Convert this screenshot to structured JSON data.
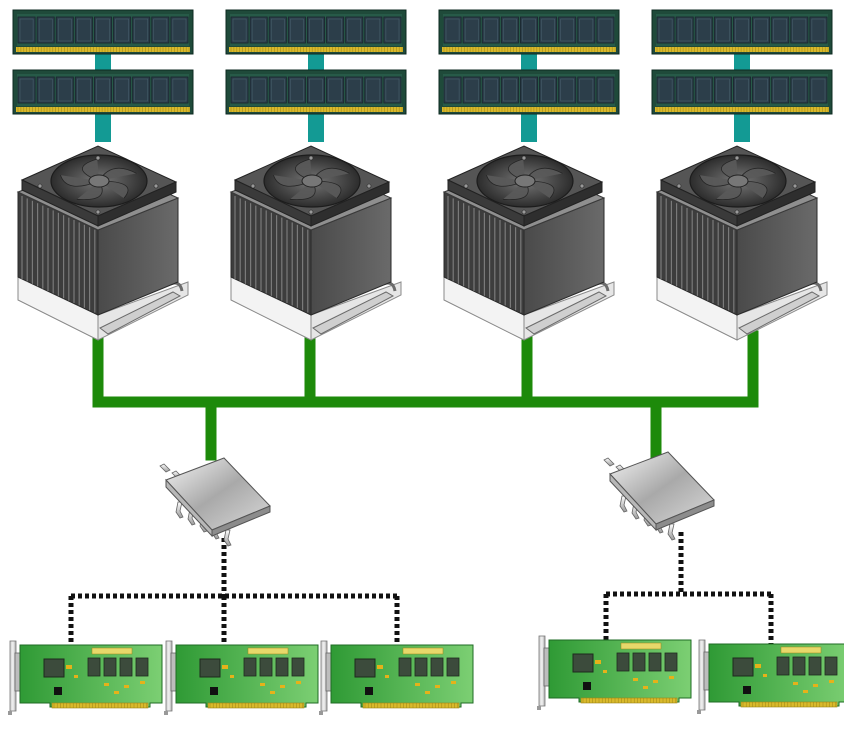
{
  "diagram": {
    "kind": "NUMA server topology",
    "nodes": [
      {
        "id": "node-1",
        "memory_modules": 2
      },
      {
        "id": "node-2",
        "memory_modules": 2
      },
      {
        "id": "node-3",
        "memory_modules": 2
      },
      {
        "id": "node-4",
        "memory_modules": 2
      }
    ],
    "io_hubs": [
      {
        "id": "io-hub-1",
        "expansion_cards": 3
      },
      {
        "id": "io-hub-2",
        "expansion_cards": 2
      }
    ],
    "card_chip_label": "",
    "colors": {
      "interconnect": "#1d8a0a",
      "memory_link": "#139a94",
      "io_link": "#111111",
      "ram_pcb": "#1f4a3a",
      "ram_chip": "#2c3e4a",
      "card_pcb": "#3fae3f",
      "card_chip": "#3c4b3c",
      "gold": "#d9b92b",
      "heatsink": "#5a5a5a",
      "fan_frame": "#3e3e3e"
    }
  }
}
